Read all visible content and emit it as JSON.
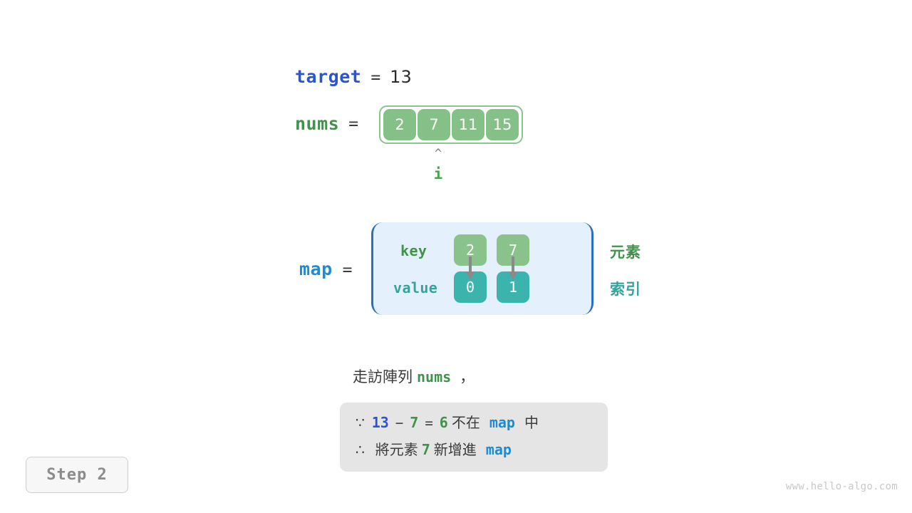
{
  "variables": {
    "target": {
      "name": "target",
      "equals": "=",
      "value": "13",
      "color": "#2b55d0"
    },
    "nums": {
      "name": "nums",
      "equals": "=",
      "cells": [
        "2",
        "7",
        "11",
        "15"
      ],
      "color": "#41924a",
      "cell_color": "#85c088"
    },
    "map": {
      "name": "map",
      "equals": "=",
      "color": "#1e8bd6",
      "row_labels": {
        "key": "key",
        "value": "value"
      },
      "entries": [
        {
          "key": "2",
          "value": "0"
        },
        {
          "key": "7",
          "value": "1"
        }
      ],
      "key_color": "#8ac28c",
      "value_color": "#3cb4ae",
      "box_background": "#e4f0fb",
      "box_border": "#2b6fc0",
      "side_labels": {
        "element": "元素",
        "index": "索引"
      }
    }
  },
  "pointer": {
    "caret": "^",
    "label": "i",
    "color": "#4e9e55",
    "points_to_index": 1
  },
  "description": {
    "prefix": "走訪陣列",
    "token": "nums",
    "suffix": "，"
  },
  "note": {
    "line1": {
      "symbol": "∵",
      "a": "13",
      "minus": "−",
      "b": "7",
      "eq": "=",
      "result": "6",
      "text_mid": "不在",
      "token": "map",
      "text_end": "中"
    },
    "line2": {
      "symbol": "∴",
      "text_start": "將元素",
      "value": "7",
      "text_mid": "新增進",
      "token": "map"
    },
    "background": "#e5e5e5"
  },
  "step_badge": {
    "label": "Step 2"
  },
  "watermark": {
    "text": "www.hello-algo.com"
  }
}
